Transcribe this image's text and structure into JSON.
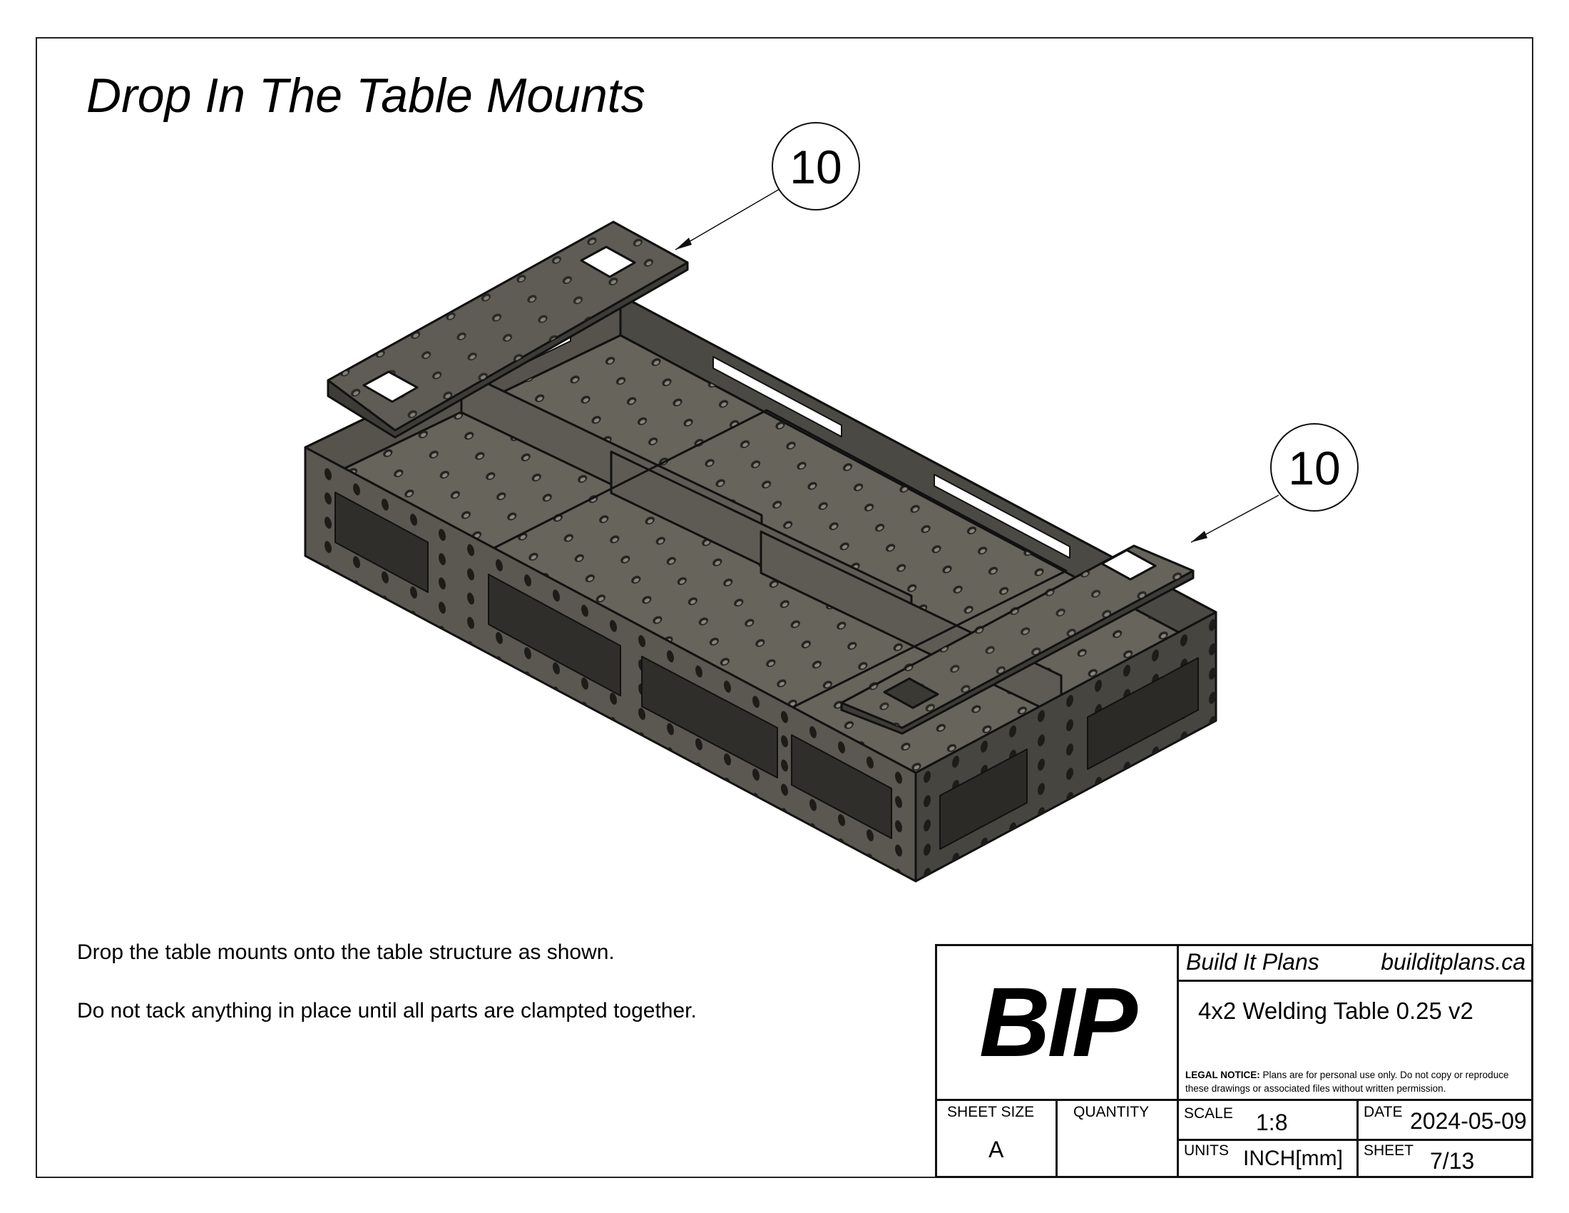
{
  "page": {
    "title": "Drop In The Table Mounts",
    "instructions": [
      "Drop the table mounts onto the table structure as shown.",
      "Do not tack anything in place until all parts are clampted together."
    ]
  },
  "drawing": {
    "view": "isometric assembly view",
    "balloons": [
      {
        "label": "10",
        "target": "table-mount-left"
      },
      {
        "label": "10",
        "target": "table-mount-right"
      }
    ],
    "colors": {
      "steel_face": "#5a5850",
      "steel_light": "#6e6c63",
      "steel_dark": "#3d3c37",
      "outline": "#111111",
      "paper": "#ffffff"
    }
  },
  "title_block": {
    "logo": "BIP",
    "company": "Build It Plans",
    "website": "builditplans.ca",
    "project_name": "4x2 Welding Table 0.25 v2",
    "legal_label": "LEGAL NOTICE:",
    "legal_text": " Plans are for personal use only. Do not copy or reproduce these drawings or associated files without written permission.",
    "sheet_size_label": "SHEET SIZE",
    "sheet_size_value": "A",
    "quantity_label": "QUANTITY",
    "quantity_value": "",
    "scale_label": "SCALE",
    "scale_value": "1:8",
    "date_label": "DATE",
    "date_value": "2024-05-09",
    "units_label": "UNITS",
    "units_value": "INCH[mm]",
    "sheet_label": "SHEET",
    "sheet_value": "7/13"
  }
}
